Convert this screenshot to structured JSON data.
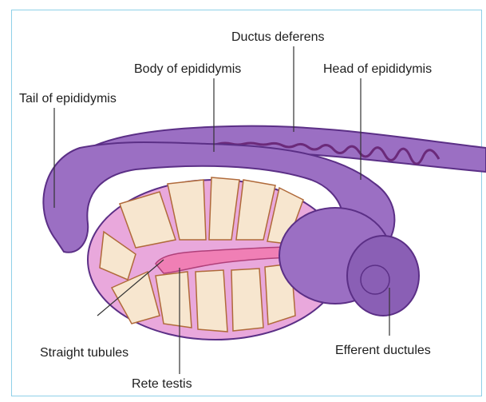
{
  "labels": {
    "ductus_deferens": "Ductus deferens",
    "body_of_epididymis": "Body of epididymis",
    "head_of_epididymis": "Head of epididymis",
    "tail_of_epididymis": "Tail of epididymis",
    "straight_tubules": "Straight tubules",
    "efferent_ductules": "Efferent ductules",
    "rete_testis": "Rete testis"
  },
  "colors": {
    "frame": "#8fd0e8",
    "epididymis": "#9b6fc3",
    "epididymis_outline": "#5b2f86",
    "duct": "#6b2a7a",
    "testis": "#e9a8dc",
    "lobule": "#f7e6cf",
    "tubule": "#b06a3a",
    "rete": "#f07fb5",
    "leader": "#333333"
  }
}
